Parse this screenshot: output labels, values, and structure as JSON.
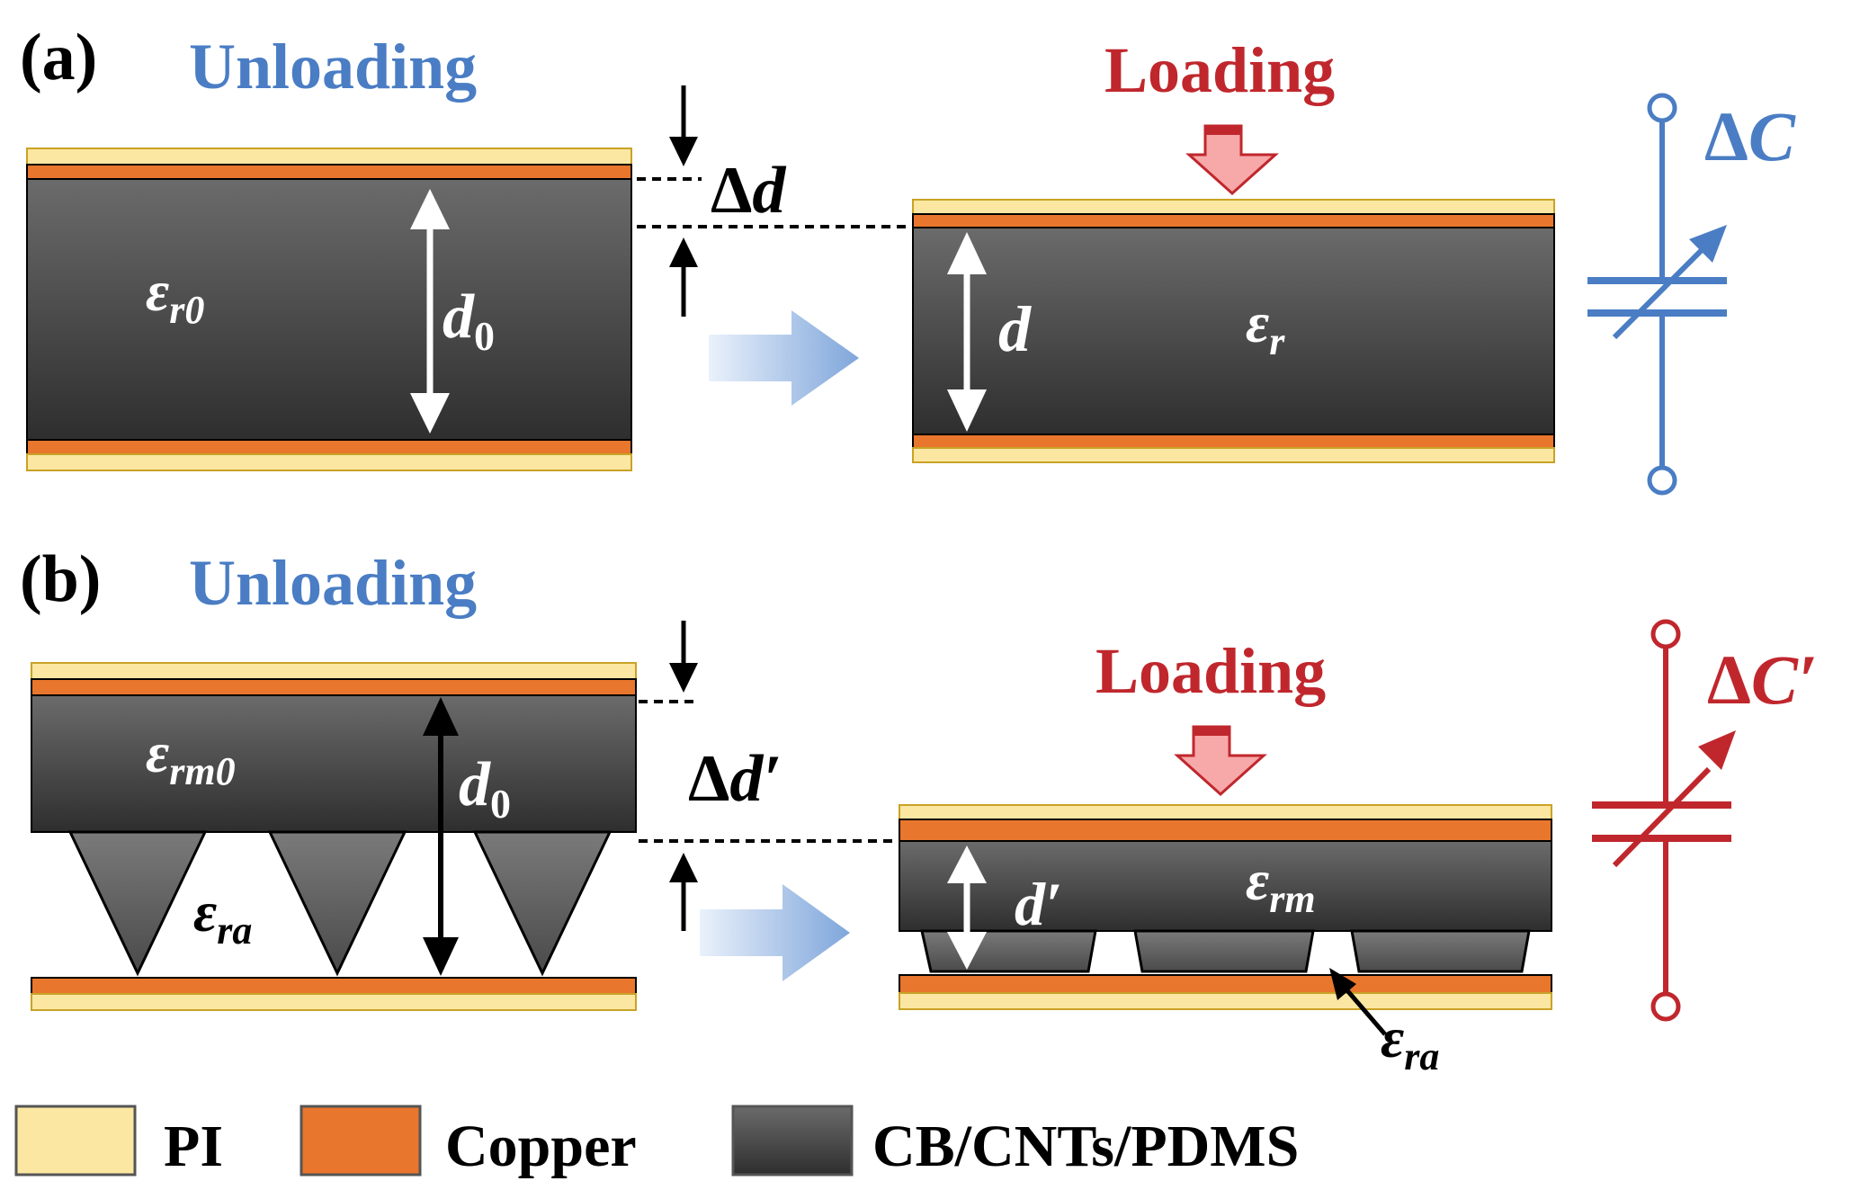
{
  "colors": {
    "pi": "#FBE7A1",
    "pi_border": "#C9A227",
    "copper": "#E8762C",
    "dielectric_top": "#6B6B6B",
    "dielectric_bottom": "#2E2E2E",
    "unloading_blue": "#4A7DC4",
    "loading_red": "#C0272D",
    "load_arrow_fill": "#F7A8A8",
    "black": "#000000",
    "white": "#FFFFFF"
  },
  "panel_a": {
    "label": "(a)",
    "unloading": "Unloading",
    "loading": "Loading",
    "eps_unloaded": {
      "base": "ε",
      "sub": "r0"
    },
    "eps_loaded": {
      "base": "ε",
      "sub": "r"
    },
    "d0": {
      "base": "d",
      "sub": "0"
    },
    "d": "d",
    "delta_d": {
      "delta": "Δ",
      "var": "d"
    },
    "capacitor": {
      "delta": "Δ",
      "var": "C"
    }
  },
  "panel_b": {
    "label": "(b)",
    "unloading": "Unloading",
    "loading": "Loading",
    "eps_unloaded": {
      "base": "ε",
      "sub": "rm0"
    },
    "eps_air_unloaded": {
      "base": "ε",
      "sub": "ra"
    },
    "eps_loaded": {
      "base": "ε",
      "sub": "rm"
    },
    "eps_air_loaded": {
      "base": "ε",
      "sub": "ra"
    },
    "d0": {
      "base": "d",
      "sub": "0"
    },
    "d_prime": "d′",
    "delta_d_prime": {
      "delta": "Δ",
      "var": "d′"
    },
    "capacitor": {
      "delta": "Δ",
      "var": "C′"
    }
  },
  "legend": {
    "items": [
      {
        "label": "PI",
        "swatch": "pi"
      },
      {
        "label": "Copper",
        "swatch": "copper"
      },
      {
        "label": "CB/CNTs/PDMS",
        "swatch": "dielectric"
      }
    ]
  }
}
